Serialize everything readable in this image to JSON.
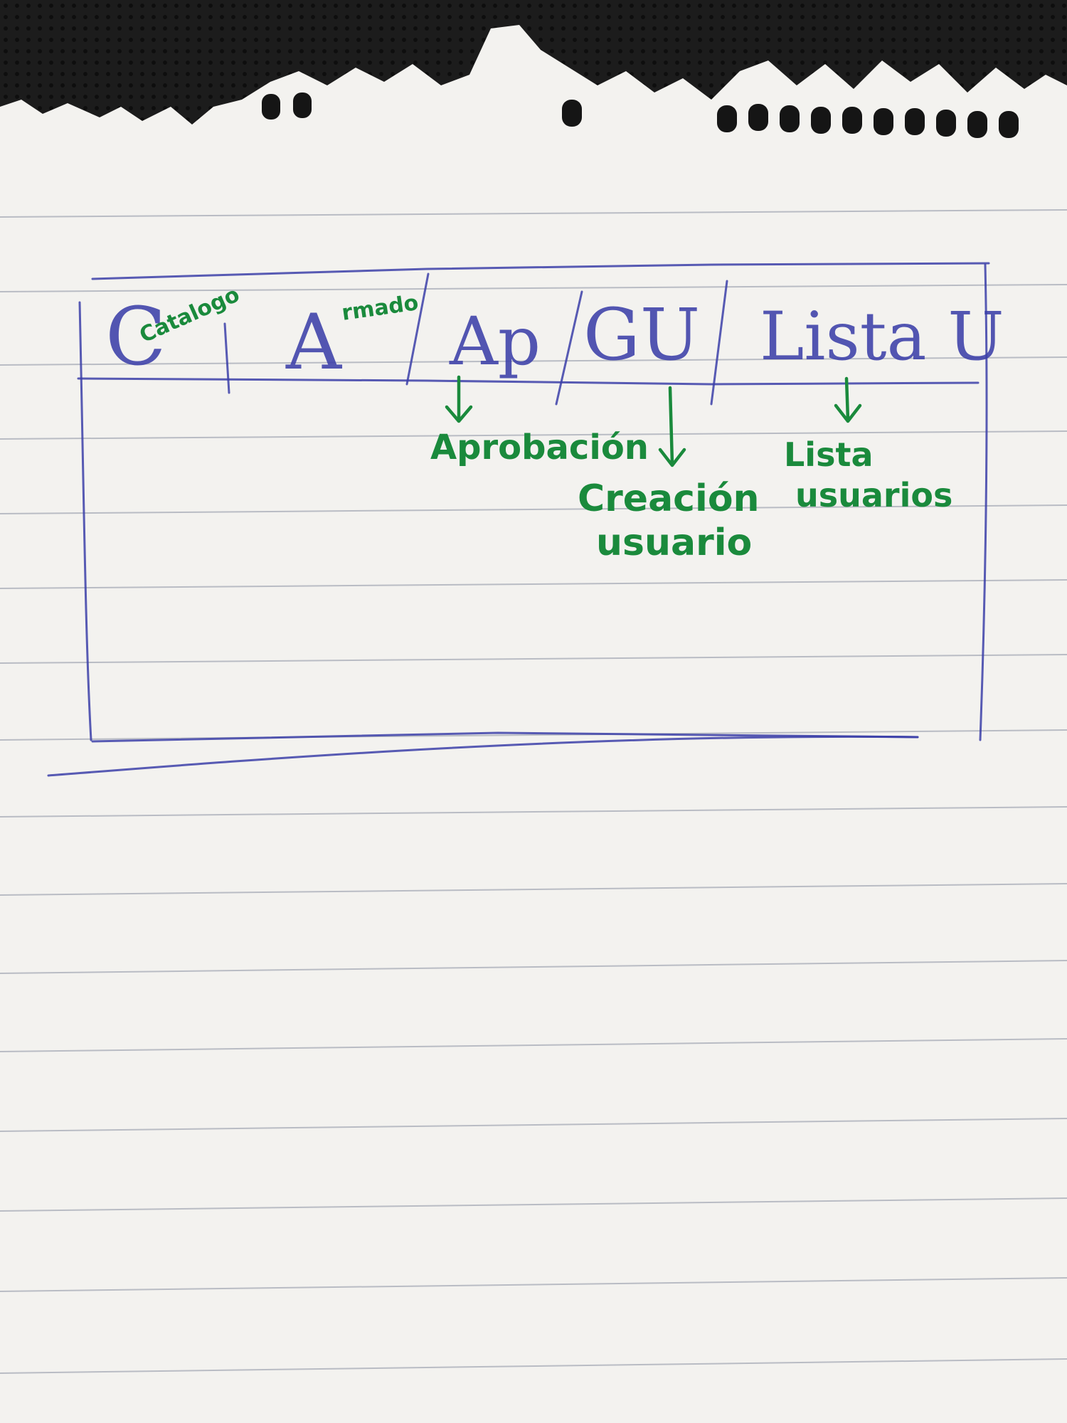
{
  "sketch": {
    "tabs": [
      {
        "label": "C",
        "annotation": "Catalogo"
      },
      {
        "label": "A",
        "annotation": "rmado"
      },
      {
        "label": "Ap"
      },
      {
        "label": "GU"
      },
      {
        "label": "Lista U"
      }
    ],
    "callouts": {
      "aprobacion": "Aprobación",
      "creacion_usuario": [
        "Creación",
        "usuario"
      ],
      "lista_usuarios": [
        "Lista",
        "usuarios"
      ]
    }
  },
  "colors": {
    "paper": "#f3f2ef",
    "rule_lines": "#b9bcc4",
    "blue_ink": "#3b3fa8",
    "green_ink": "#1a8a3c",
    "binder_background": "#1c1c1c"
  }
}
